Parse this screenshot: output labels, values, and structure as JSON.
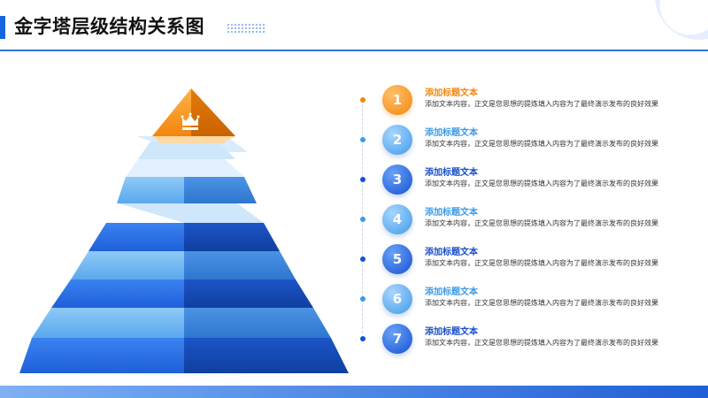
{
  "header": {
    "title": "金字塔层级结构关系图"
  },
  "colors": {
    "accent": "#1565e0",
    "orange": "#f1870f",
    "light_blue": "#3f9ae8",
    "dark_blue": "#1551d4"
  },
  "pyramid": {
    "top_icon": "crown-icon"
  },
  "items": [
    {
      "number": "1",
      "title": "添加标题文本",
      "desc": "添加文本内容，正文是您思想的提炼填入内容为了最终演示发布的良好效果",
      "style": "orange"
    },
    {
      "number": "2",
      "title": "添加标题文本",
      "desc": "添加文本内容，正文是您思想的提炼填入内容为了最终演示发布的良好效果",
      "style": "light"
    },
    {
      "number": "3",
      "title": "添加标题文本",
      "desc": "添加文本内容，正文是您思想的提炼填入内容为了最终演示发布的良好效果",
      "style": "dark"
    },
    {
      "number": "4",
      "title": "添加标题文本",
      "desc": "添加文本内容，正文是您思想的提炼填入内容为了最终演示发布的良好效果",
      "style": "light"
    },
    {
      "number": "5",
      "title": "添加标题文本",
      "desc": "添加文本内容，正文是您思想的提炼填入内容为了最终演示发布的良好效果",
      "style": "dark"
    },
    {
      "number": "6",
      "title": "添加标题文本",
      "desc": "添加文本内容，正文是您思想的提炼填入内容为了最终演示发布的良好效果",
      "style": "light"
    },
    {
      "number": "7",
      "title": "添加标题文本",
      "desc": "添加文本内容，正文是您思想的提炼填入内容为了最终演示发布的良好效果",
      "style": "dark"
    }
  ]
}
